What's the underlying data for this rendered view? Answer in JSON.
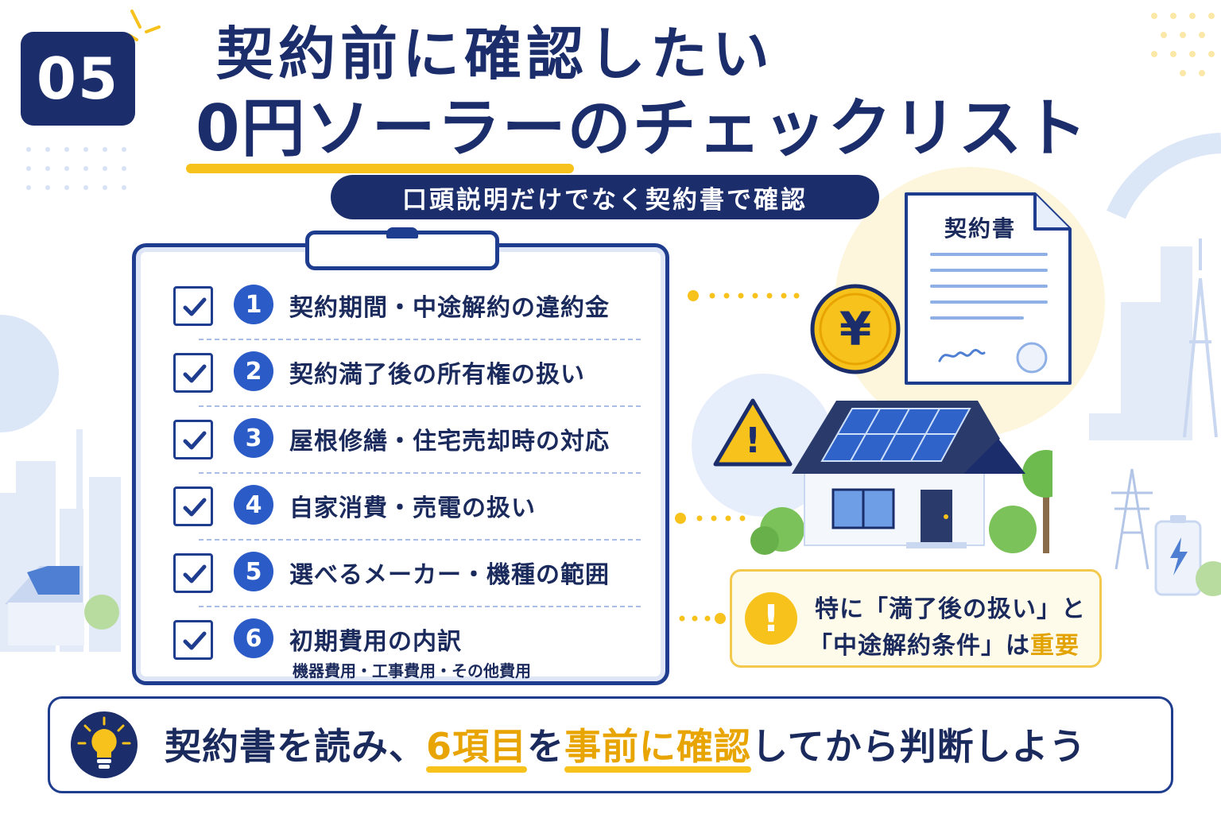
{
  "header": {
    "step_number": "05",
    "title_line1": "契約前に確認したい",
    "title_line2_highlight": "0円ソーラー",
    "title_line2_rest": "のチェックリスト",
    "subtitle": "口頭説明だけでなく契約書で確認"
  },
  "checklist": {
    "items": [
      {
        "number": "1",
        "label": "契約期間・中途解約の違約金"
      },
      {
        "number": "2",
        "label": "契約満了後の所有権の扱い"
      },
      {
        "number": "3",
        "label": "屋根修繕・住宅売却時の対応"
      },
      {
        "number": "4",
        "label": "自家消費・売電の扱い"
      },
      {
        "number": "5",
        "label": "選べるメーカー・機種の範囲"
      },
      {
        "number": "6",
        "label": "初期費用の内訳",
        "sub": "機器費用・工事費用・その他費用"
      }
    ]
  },
  "illustration": {
    "contract_title": "契約書",
    "yen_symbol": "¥",
    "warning_symbol": "!"
  },
  "notice": {
    "icon": "!",
    "line1": "特に「満了後の扱い」と",
    "line2_main": "「中途解約条件」は",
    "line2_emphasis": "重要"
  },
  "banner": {
    "part1": "契約書を読み、",
    "highlight1": "6項目",
    "part2": "を",
    "highlight2": "事前に確認",
    "part3": "してから判断しよう"
  },
  "colors": {
    "navy": "#1b2d6b",
    "blue": "#2a5bc7",
    "accent_yellow": "#f7c21b",
    "emphasis_gold": "#e8a400"
  }
}
